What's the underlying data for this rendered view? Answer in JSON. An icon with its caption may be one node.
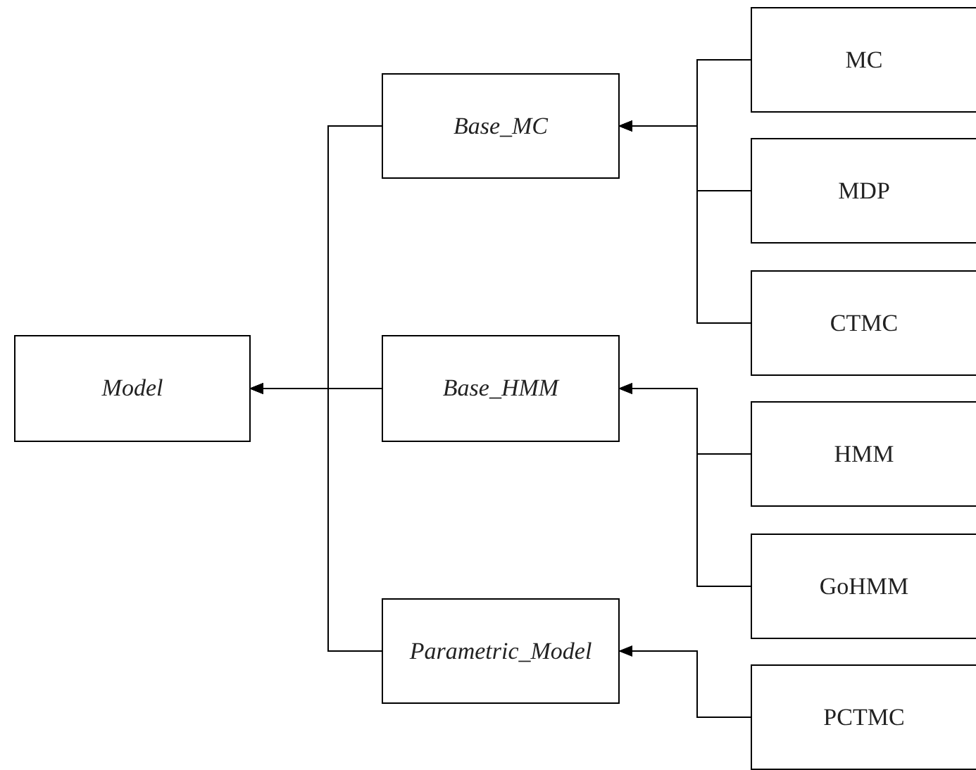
{
  "diagram": {
    "nodes": [
      {
        "text": [
          "Model"
        ]
      },
      {
        "text": [
          "Base_MC"
        ]
      },
      {
        "text": [
          "Base_HMM"
        ]
      },
      {
        "text": [
          "Parametric_Model"
        ]
      },
      {
        "text": [
          "MC"
        ]
      },
      {
        "text": [
          "MDP"
        ]
      },
      {
        "text": [
          "CTMC"
        ]
      },
      {
        "text": [
          "HMM"
        ]
      },
      {
        "text": [
          "GoHMM"
        ]
      },
      {
        "text": [
          "PCTMC"
        ]
      }
    ],
    "edges": [
      {
        "from": 1,
        "to": 0,
        "arrow": "to"
      },
      {
        "from": 2,
        "to": 0,
        "arrow": "to"
      },
      {
        "from": 3,
        "to": 0,
        "arrow": "to"
      },
      {
        "from": 4,
        "to": 1,
        "arrow": "to"
      },
      {
        "from": 5,
        "to": 1,
        "arrow": "to"
      },
      {
        "from": 6,
        "to": 1,
        "arrow": "to"
      },
      {
        "from": 7,
        "to": 2,
        "arrow": "to"
      },
      {
        "from": 8,
        "to": 2,
        "arrow": "to"
      },
      {
        "from": 9,
        "to": 3,
        "arrow": "to"
      }
    ]
  }
}
